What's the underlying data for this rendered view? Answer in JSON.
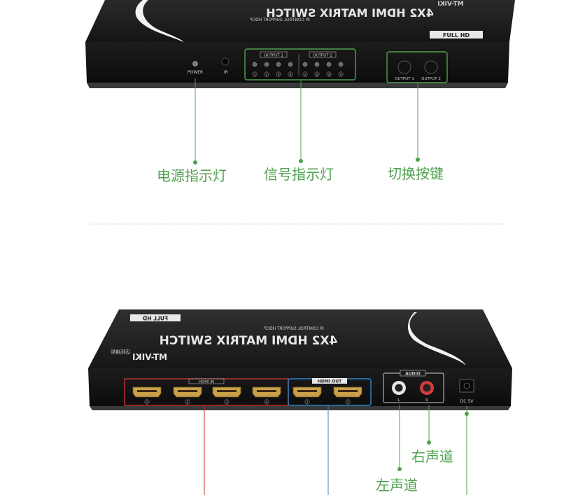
{
  "device": {
    "model_text": "4X2 HDMI MATRIX SWITCH",
    "tagline_text": "IR CONTROL SUPPORT HDCP",
    "badge_text": "FULL HD",
    "brand_text": "MT-VIKI",
    "brand_cn_text": "迈拓维矩"
  },
  "front_panel": {
    "power_label": "POWER",
    "ir_label": "IR",
    "output1_group_label": "OUTPUT 1",
    "output2_group_label": "OUTPUT 2",
    "led_numbers": [
      "1",
      "2",
      "3",
      "4"
    ],
    "button1_label": "OUTPUT 1",
    "button2_label": "OUTPUT 2"
  },
  "rear_panel": {
    "hdmi_in_label": "HDMI IN",
    "hdmi_out_label": "HDMI OUT",
    "audio_label": "AUDIO",
    "audio_left_mark": "L",
    "audio_right_mark": "R",
    "dc_label": "DC 5V",
    "in_numbers": [
      "1",
      "2",
      "3",
      "4"
    ],
    "out_numbers": [
      "1",
      "2"
    ]
  },
  "callouts": {
    "power_indicator": "电源指示灯",
    "signal_indicator": "信号指示灯",
    "switch_buttons": "切换按键",
    "right_channel": "右声道",
    "left_channel": "左声道"
  },
  "colors": {
    "front_callout": "#4fa04f",
    "hdmi_in_callout": "#cc3333",
    "hdmi_out_callout": "#2f86c8",
    "audio_callout": "#4fa04f"
  }
}
